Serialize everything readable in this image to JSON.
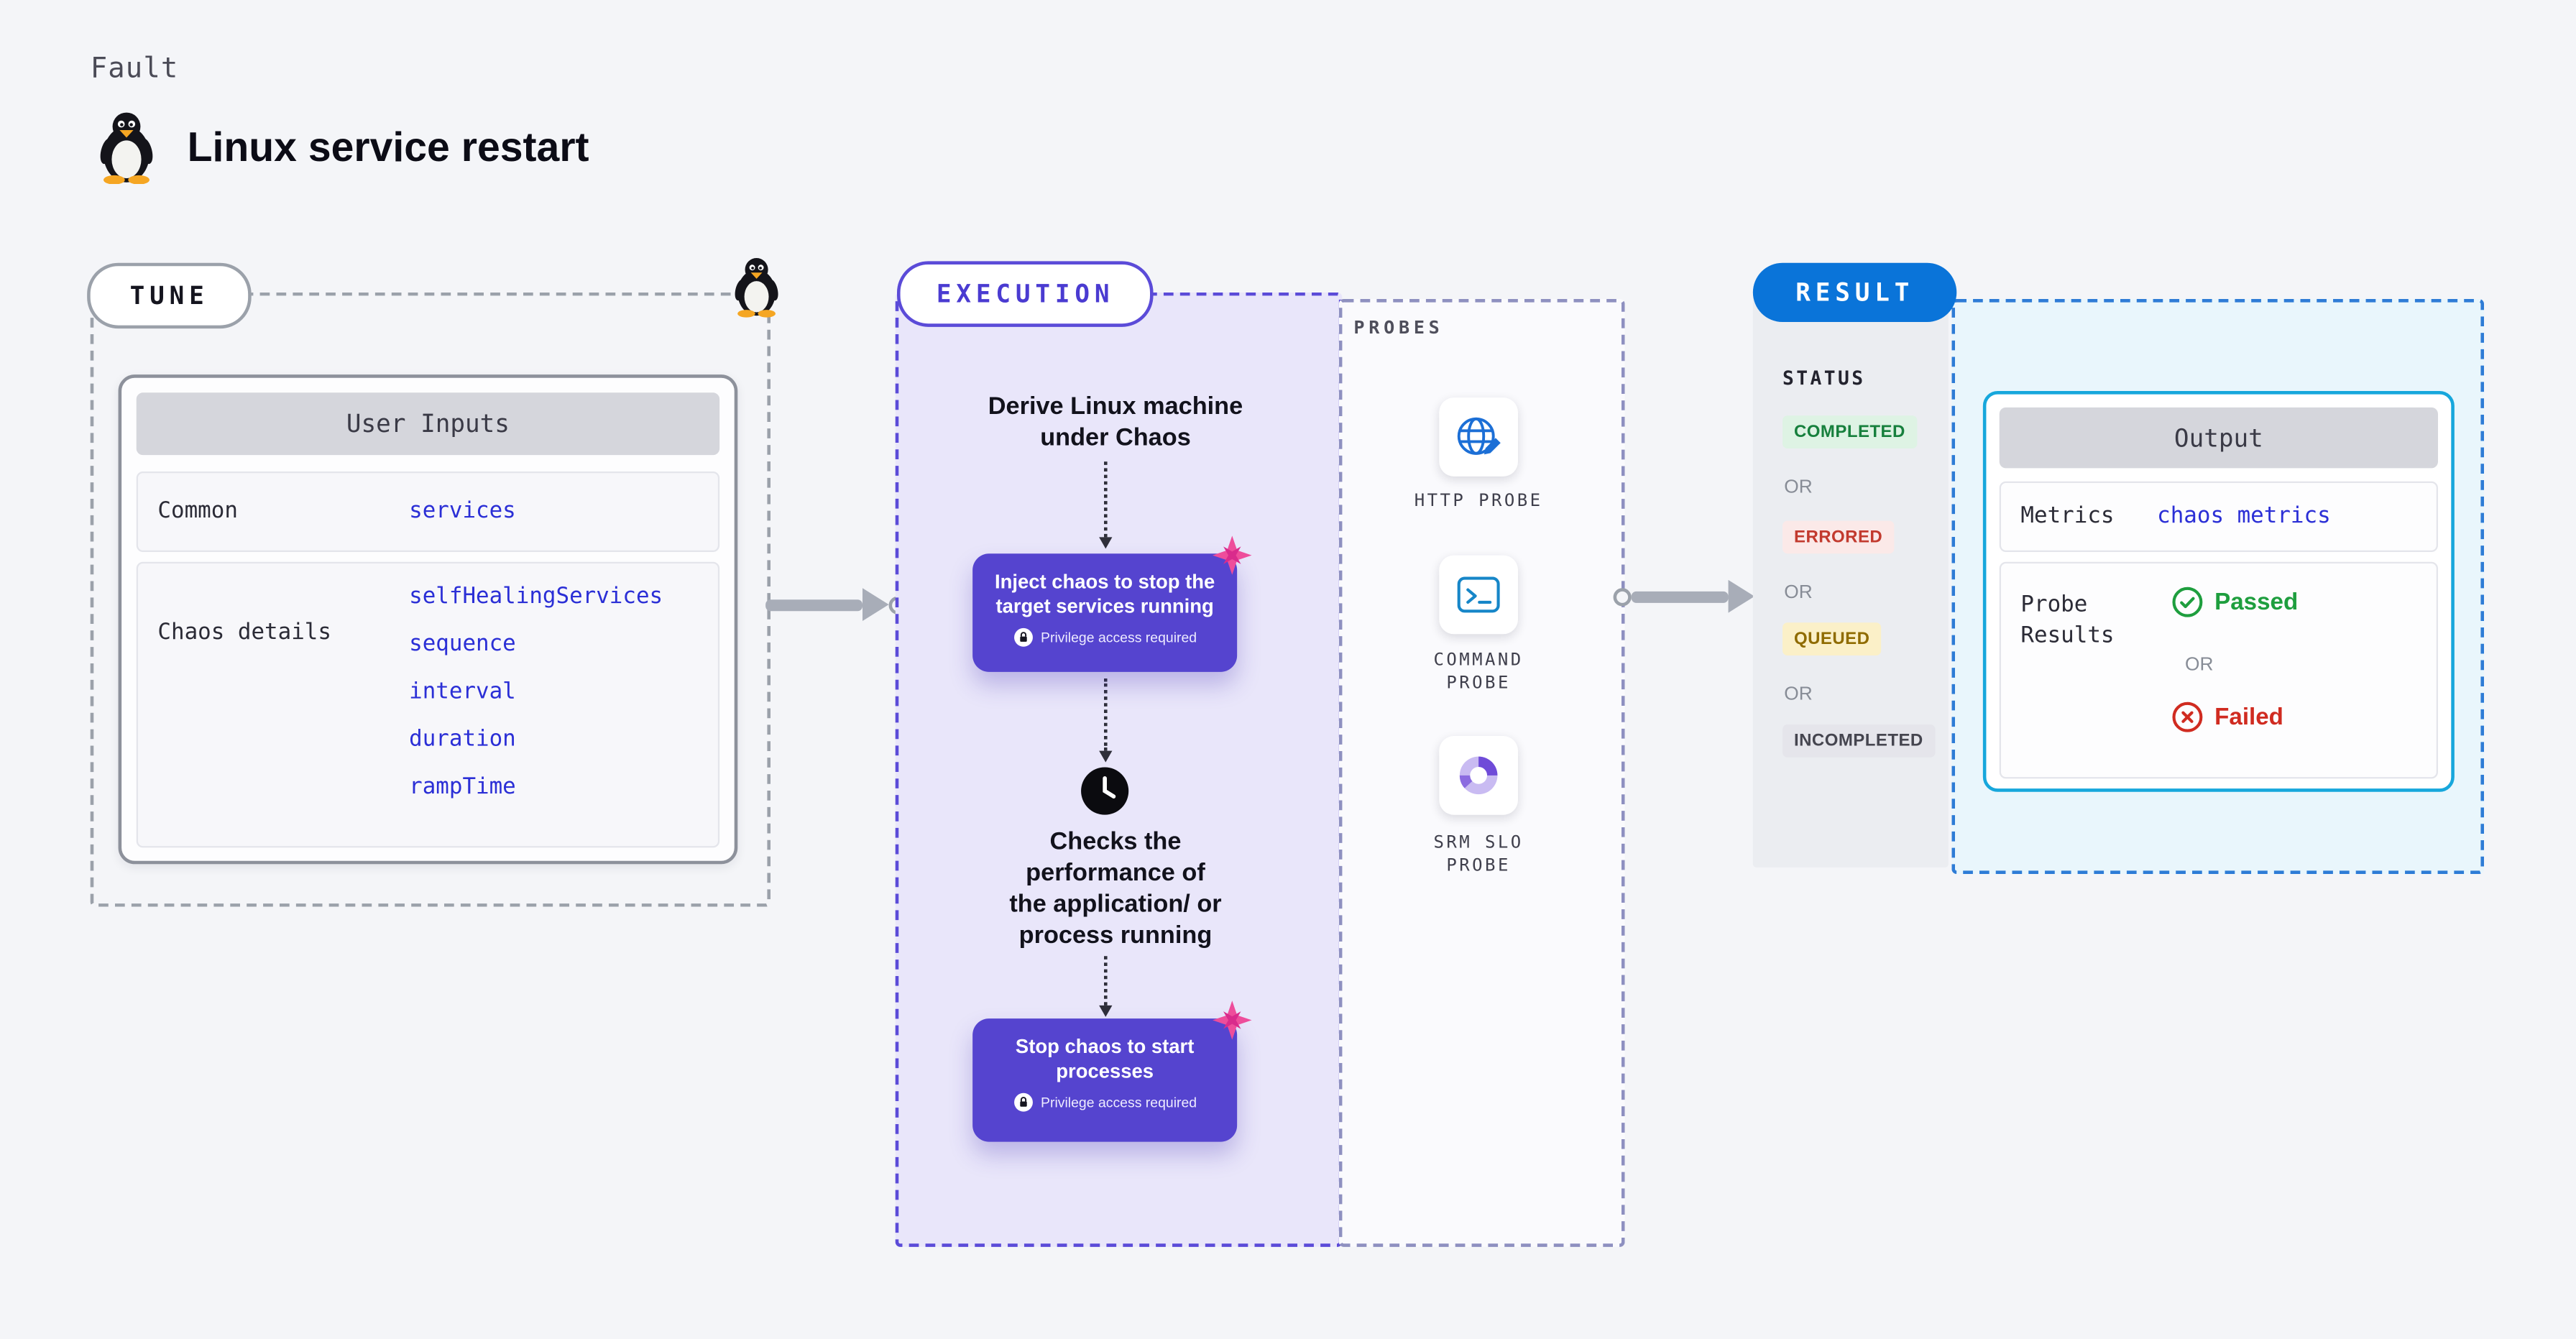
{
  "colors": {
    "background": "#F4F5F8",
    "purple_accent": "#5B4BD8",
    "purple_fill": "#5544CF",
    "purple_light_bg": "#E9E6FA",
    "result_blue": "#0A74D9",
    "output_border_cyan": "#17A7DC",
    "code_link_blue": "#2B2FD6",
    "chaos_pink": "#EE4D9B",
    "success_green": "#1E9E3E",
    "error_red": "#D02B20",
    "queued_amber": "#8F6B00",
    "arrow_gray": "#A8ADB8"
  },
  "icons": {
    "header": "tux-penguin-icon",
    "tune_corner": "tux-penguin-icon",
    "action_decoration": "chaos-sparkle-icon",
    "wait_step": "clock-icon",
    "privilege": "lock-icon",
    "passed": "check-circle-icon",
    "failed": "x-circle-icon",
    "flow": "arrow-right-icon"
  },
  "header": {
    "kicker": "Fault",
    "title": "Linux service restart"
  },
  "tune": {
    "label": "TUNE",
    "card": {
      "header": "User Inputs",
      "rows": [
        {
          "label": "Common",
          "values": [
            "services"
          ]
        },
        {
          "label": "Chaos details",
          "values": [
            "selfHealingServices",
            "sequence",
            "interval",
            "duration",
            "rampTime"
          ]
        }
      ]
    }
  },
  "execution": {
    "label": "EXECUTION",
    "step1": "Derive Linux machine\nunder Chaos",
    "action1": {
      "text": "Inject chaos to stop the\ntarget services running",
      "badge": "Privilege access required"
    },
    "step2": "Checks the\nperformance of\nthe application/ or\nprocess running",
    "action2": {
      "text": "Stop chaos to start\nprocesses",
      "badge": "Privilege access required"
    }
  },
  "probes": {
    "label": "PROBES",
    "items": [
      {
        "name": "HTTP PROBE",
        "icon": "http-probe-icon"
      },
      {
        "name": "COMMAND\nPROBE",
        "icon": "command-probe-icon"
      },
      {
        "name": "SRM SLO\nPROBE",
        "icon": "srm-slo-probe-icon"
      }
    ]
  },
  "result": {
    "label": "RESULT",
    "status": {
      "label": "STATUS",
      "or": "OR",
      "badges": [
        {
          "text": "COMPLETED",
          "kind": "completed"
        },
        {
          "text": "ERRORED",
          "kind": "errored"
        },
        {
          "text": "QUEUED",
          "kind": "queued"
        },
        {
          "text": "INCOMPLETED",
          "kind": "incompleted"
        }
      ]
    },
    "output": {
      "header": "Output",
      "rows": {
        "metrics_label": "Metrics",
        "metrics_value": "chaos metrics",
        "probe_label": "Probe\nResults",
        "passed": "Passed",
        "or": "OR",
        "failed": "Failed"
      }
    }
  }
}
